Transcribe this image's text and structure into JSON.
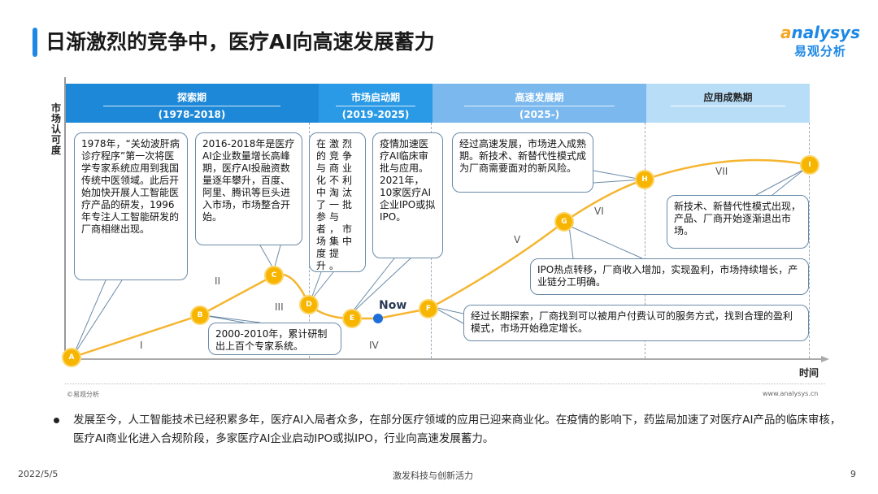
{
  "title": "日渐激烈的竞争中，医疗AI向高速发展蓄力",
  "logo": {
    "en": "nalysys",
    "en_prefix": "a",
    "cn": "易观分析"
  },
  "phases": [
    {
      "name": "探索期",
      "years": "(1978-2018)",
      "color": "#1e88d8"
    },
    {
      "name": "市场启动期",
      "years": "(2019-2025)",
      "color": "#2a9ae6"
    },
    {
      "name": "高速发展期",
      "years": "(2025-)",
      "color": "#7ab8ee"
    },
    {
      "name": "应用成熟期",
      "years": "",
      "color": "#b8ddf7"
    }
  ],
  "y_axis_label": "市场认可度",
  "x_axis_label": "时间",
  "points": [
    {
      "label": "A"
    },
    {
      "label": "B"
    },
    {
      "label": "C"
    },
    {
      "label": "D"
    },
    {
      "label": "E"
    },
    {
      "label": "F"
    },
    {
      "label": "G"
    },
    {
      "label": "H"
    },
    {
      "label": "I"
    }
  ],
  "now_label": "Now",
  "stages": [
    "I",
    "II",
    "III",
    "IV",
    "V",
    "VI",
    "VII"
  ],
  "callouts": [
    "1978年，“关幼波肝病诊疗程序”第一次将医学专家系统应用到我国传统中医领域。此后开始加快开展人工智能医疗产品的研发，1996年专注人工智能研发的厂商相继出现。",
    "2016-2018年是医疗AI企业数量增长高峰期，医疗AI投融资数量逐年攀升，百度、阿里、腾讯等巨头进入市场，市场整合开始。",
    "在激烈的竞争与商业化不利中淘汰了一批参与者，市场集中度提升。",
    "疫情加速医疗AI临床审批与应用。2021年，10家医疗AI企业IPO或拟IPO。",
    "经过高速发展，市场进入成熟期。新技术、新替代性模式成为厂商需要面对的新风险。",
    "新技术、新替代性模式出现，产品、厂商开始逐渐退出市场。",
    "IPO热点转移，厂商收入增加，实现盈利，市场持续增长，产业链分工明确。",
    "经过长期探索，厂商找到可以被用户付费认可的服务方式，找到合理的盈利模式，市场开始稳定增长。",
    "2000-2010年，累计研制出上百个专家系统。"
  ],
  "source": "©易观分析",
  "website": "www.analysys.cn",
  "bullet": "发展至今，人工智能技术已经积累多年，医疗AI入局者众多，在部分医疗领域的应用已迎来商业化。在疫情的影响下，药监局加速了对医疗AI产品的临床审核，医疗AI商业化进入合规阶段，多家医疗AI企业启动IPO或拟IPO，行业向高速发展蓄力。",
  "footer": {
    "date": "2022/5/5",
    "center": "激发科技与创新活力",
    "page": "9"
  }
}
